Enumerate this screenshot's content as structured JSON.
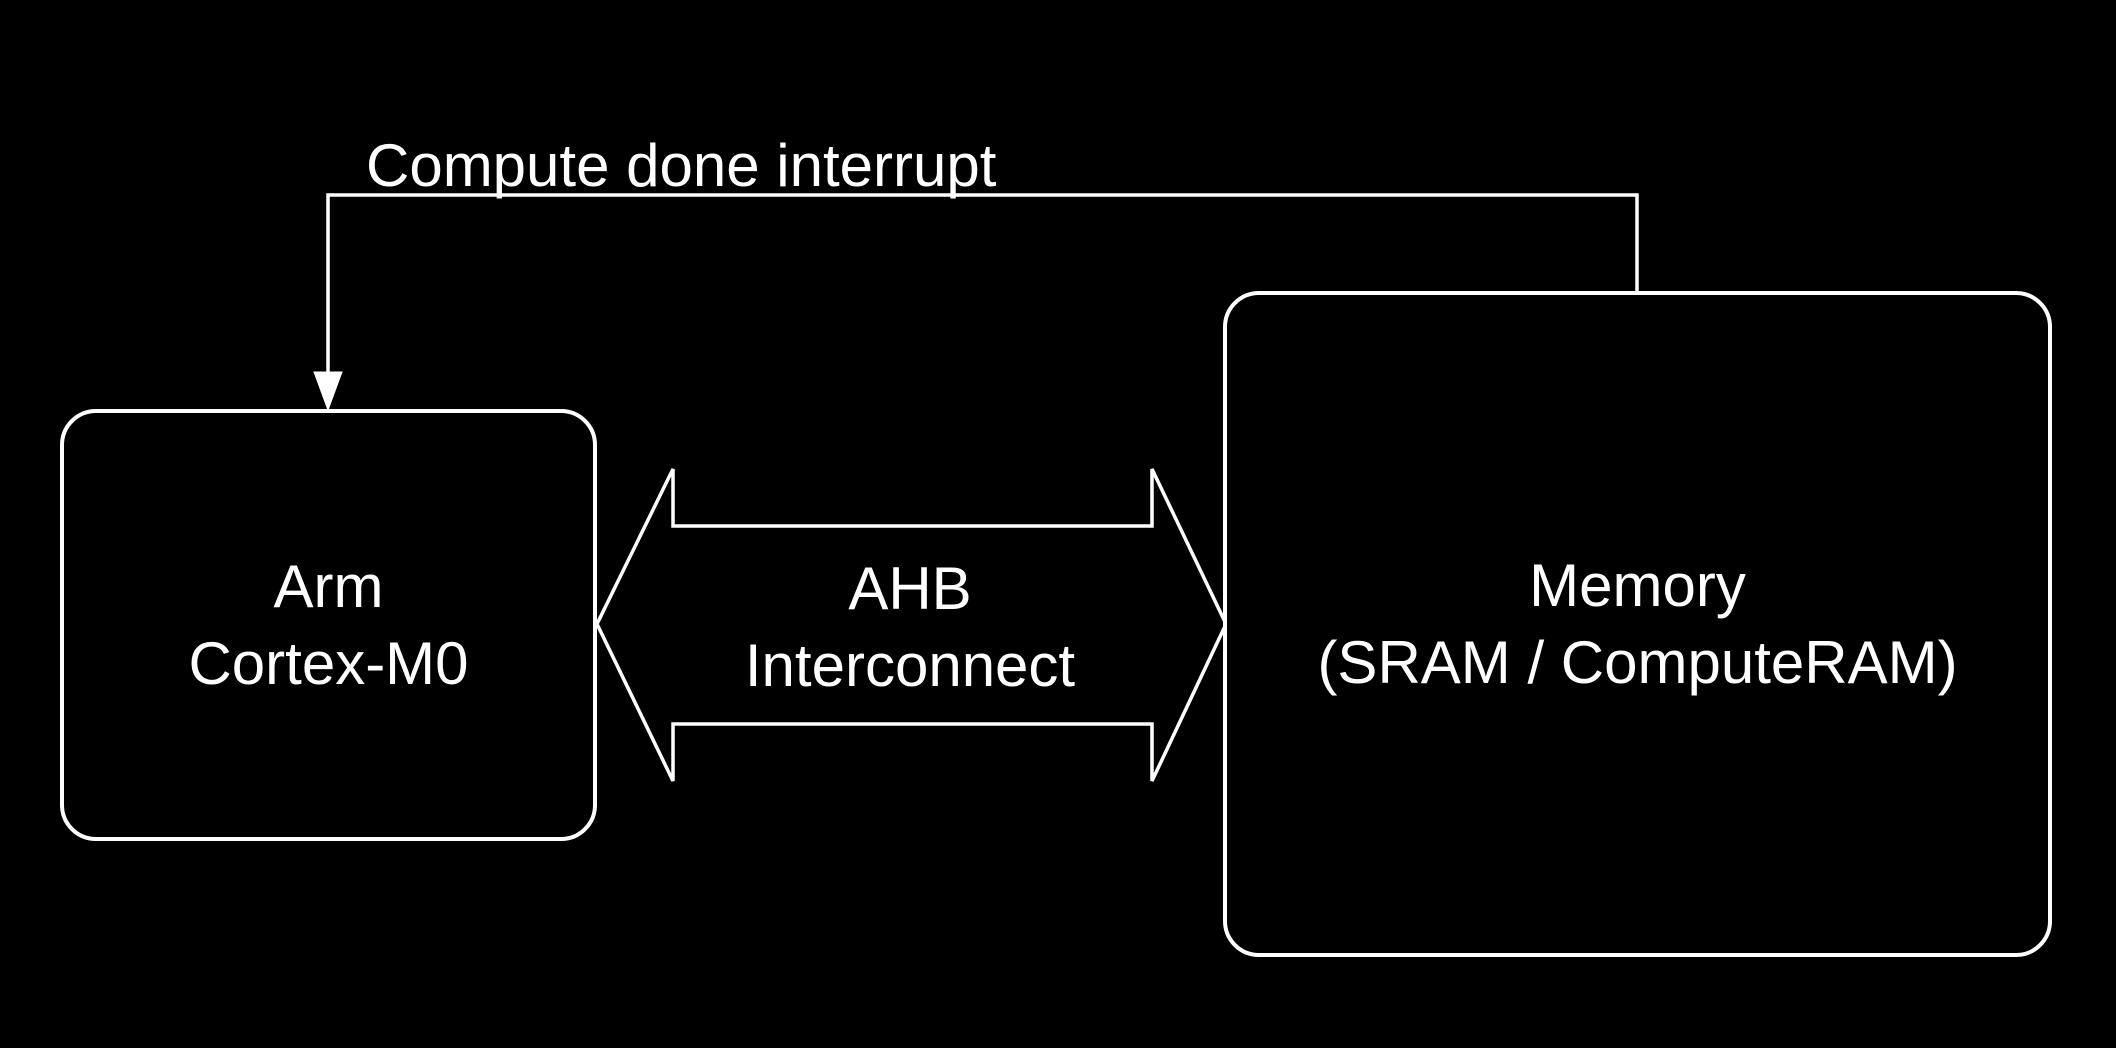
{
  "diagram": {
    "colors": {
      "background": "#000000",
      "stroke": "#ffffff",
      "text": "#ffffff"
    },
    "nodes": {
      "cpu": {
        "line1": "Arm",
        "line2": "Cortex-M0"
      },
      "memory": {
        "line1": "Memory",
        "line2": "(SRAM / ComputeRAM)"
      }
    },
    "edges": {
      "interrupt": {
        "label": "Compute done interrupt",
        "from": "memory",
        "to": "cpu"
      },
      "bus": {
        "line1": "AHB",
        "line2": "Interconnect",
        "between": "cpu-memory",
        "bidirectional": "true"
      }
    }
  }
}
